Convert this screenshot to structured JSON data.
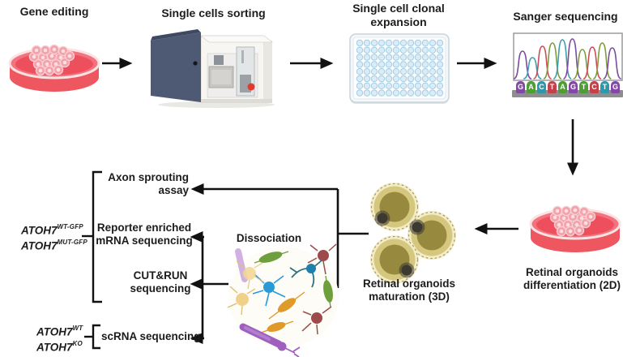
{
  "steps": {
    "gene_editing": "Gene editing",
    "single_cells_sorting": "Single cells sorting",
    "clonal_expansion": "Single cell clonal expansion",
    "sanger_sequencing": "Sanger sequencing",
    "retinal_differentiation": [
      "Retinal organoids",
      "differentiation (2D)"
    ],
    "retinal_maturation": [
      "Retinal organoids",
      "maturation (3D)"
    ],
    "dissociation": "Dissociation"
  },
  "assays": {
    "axon_sprouting": [
      "Axon sprouting",
      "assay"
    ],
    "reporter_mrna": [
      "Reporter enriched",
      "mRNA sequencing"
    ],
    "cut_and_run": [
      "CUT&RUN",
      "sequencing"
    ],
    "scrna": "scRNA sequencing"
  },
  "genotypes": {
    "wt_gfp": {
      "base": "ATOH7",
      "sup": "WT-GFP"
    },
    "mut_gfp": {
      "base": "ATOH7",
      "sup": "MUT-GFP"
    },
    "wt": {
      "base": "ATOH7",
      "sup": "WT"
    },
    "ko": {
      "base": "ATOH7",
      "sup": "KO"
    }
  },
  "sanger": {
    "sequence": [
      {
        "letter": "G",
        "color": "#8149a5"
      },
      {
        "letter": "A",
        "color": "#4f9d36"
      },
      {
        "letter": "C",
        "color": "#2f97ab"
      },
      {
        "letter": "T",
        "color": "#c4414b"
      },
      {
        "letter": "A",
        "color": "#4f9d36"
      },
      {
        "letter": "G",
        "color": "#8149a5"
      },
      {
        "letter": "T",
        "color": "#4f9d36"
      },
      {
        "letter": "C",
        "color": "#c4414b"
      },
      {
        "letter": "T",
        "color": "#2f97ab"
      },
      {
        "letter": "G",
        "color": "#8149a5"
      }
    ],
    "peaks": [
      {
        "color": "#7a4b9e",
        "height": 34
      },
      {
        "color": "#3b9fae",
        "height": 26
      },
      {
        "color": "#cc4c55",
        "height": 40
      },
      {
        "color": "#7d9c3e",
        "height": 44
      },
      {
        "color": "#3b9fae",
        "height": 48
      },
      {
        "color": "#7a4b9e",
        "height": 49
      },
      {
        "color": "#7d9c3e",
        "height": 36
      },
      {
        "color": "#cc4c55",
        "height": 39
      },
      {
        "color": "#7d9c3e",
        "height": 44
      },
      {
        "color": "#7a4b9e",
        "height": 38
      }
    ]
  },
  "colors": {
    "arrow": "#111111",
    "text": "#1c1c1c",
    "petri_media": "#ee4f5d",
    "petri_wall": "#f4727d",
    "colony": "#f2a2ab",
    "machine_blue": "#4e5a74",
    "well_fill": "#d9ecf7",
    "well_ring": "#a4cde2",
    "organoid_ring": "#d6c77f",
    "organoid_core": "#978a3e",
    "organoid_spot": "#3c3931"
  },
  "illustrations": {
    "dish1": "petri dish with edited cell colonies",
    "sorter": "single cell sorter instrument",
    "plate": "96-well plate",
    "chromatogram": "Sanger sequencing trace",
    "dish2": "petri dish, retinal organoid differentiation",
    "organoids": "three retinal organoids",
    "cells": "dissociated retinal cell types"
  }
}
